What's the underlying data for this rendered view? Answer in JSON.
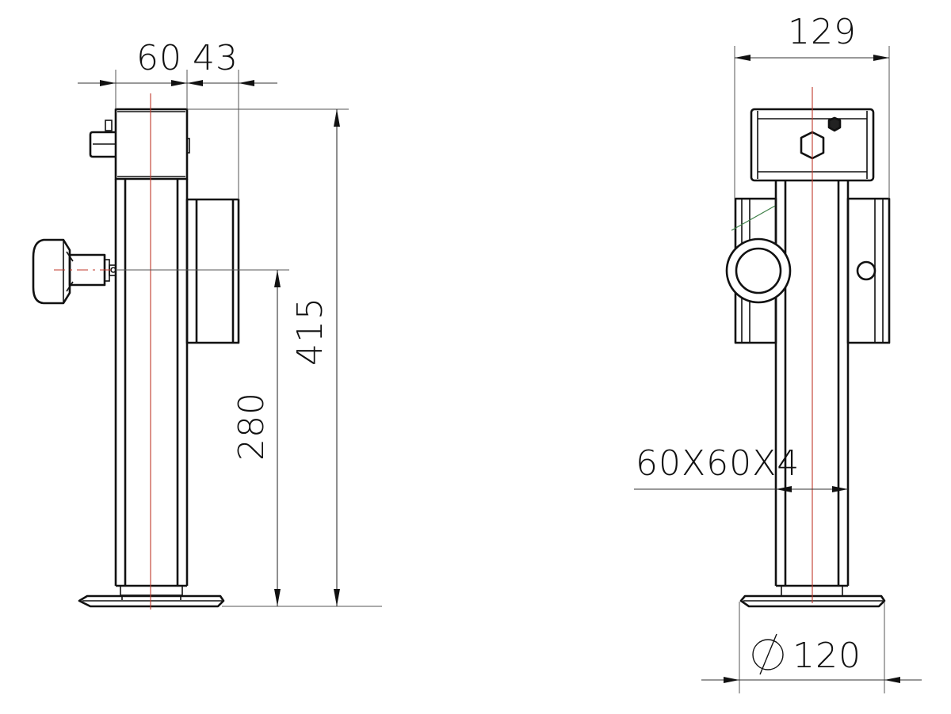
{
  "drawing": {
    "type": "technical-drawing",
    "subject": "square-tube jack stand with crank handle and foot plate",
    "views": [
      {
        "name": "side-view",
        "dimensions": {
          "top_left_width": "60",
          "top_right_offset": "43",
          "overall_height": "415",
          "handle_height": "280"
        }
      },
      {
        "name": "front-view",
        "dimensions": {
          "overall_width": "129",
          "tube_size": "60X60X4",
          "foot_diameter_symbol": "⌀",
          "foot_diameter": "120"
        }
      }
    ],
    "colors": {
      "line": "#111111",
      "centerline": "#c0392b",
      "leader": "#3a7d44",
      "background": "#ffffff"
    }
  }
}
